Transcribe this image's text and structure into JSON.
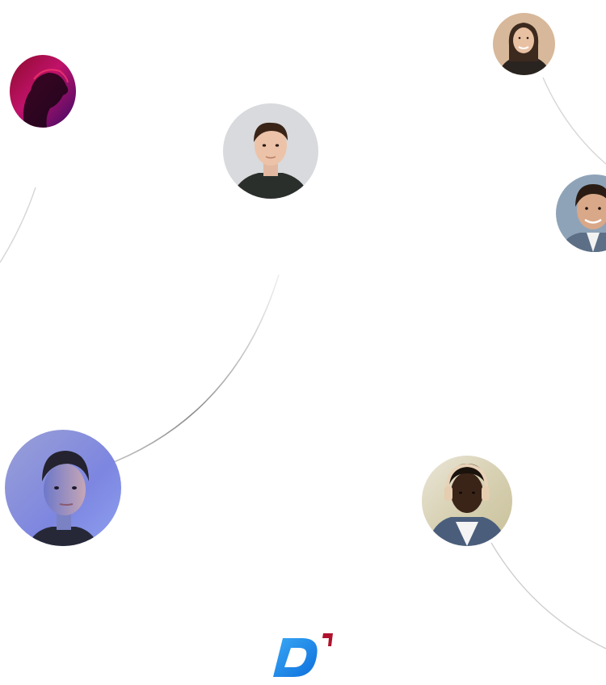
{
  "avatars": [
    {
      "id": "avatar-red-silhouette",
      "name": "avatar-red-silhouette"
    },
    {
      "id": "avatar-man-green-shirt",
      "name": "avatar-man-dark-shirt"
    },
    {
      "id": "avatar-woman-beige",
      "name": "avatar-woman-smiling"
    },
    {
      "id": "avatar-man-blue",
      "name": "avatar-man-smiling"
    },
    {
      "id": "avatar-woman-blue-light",
      "name": "avatar-woman-blue-light"
    },
    {
      "id": "avatar-man-headphones",
      "name": "avatar-man-headphones"
    }
  ],
  "logo": {
    "name": "brand-logo",
    "letter": "D",
    "primary": "#1a8fe8",
    "accent": "#b0122e"
  },
  "colors": {
    "curve": "#cfcfcf",
    "curve_dark": "#9a9a9a"
  }
}
